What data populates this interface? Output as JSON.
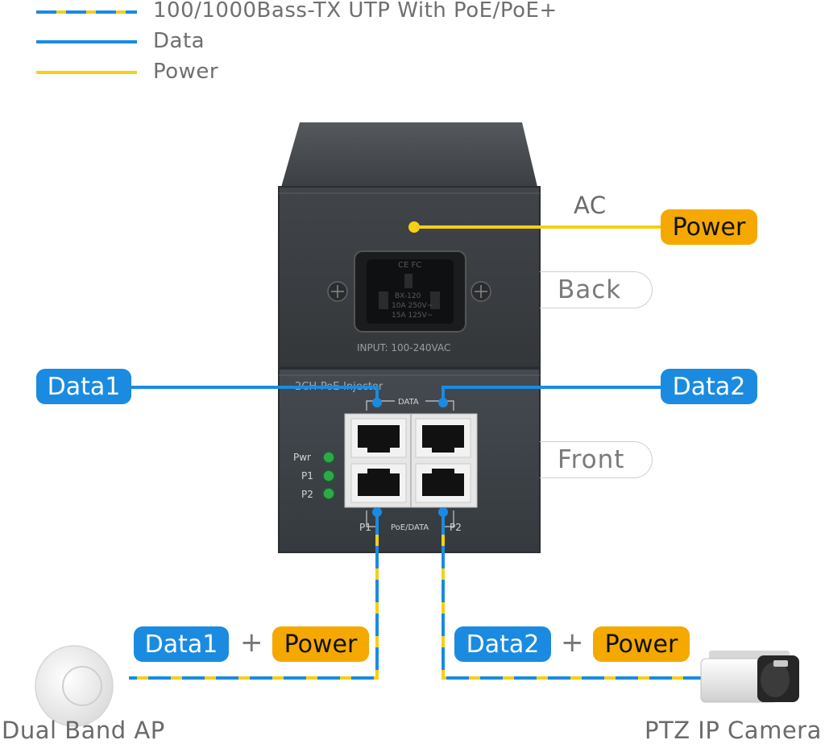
{
  "legend": [
    {
      "label": "100/1000Bass-TX UTP With PoE/PoE+",
      "style": "mixed"
    },
    {
      "label": "Data",
      "style": "blue"
    },
    {
      "label": "Power",
      "style": "yellow"
    }
  ],
  "colors": {
    "data_blue": "#1a8be0",
    "power_yellow": "#f5d015",
    "power_badge": "#f5a800",
    "device_body": "#3b3e42"
  },
  "back_panel": {
    "side_label": "AC",
    "power_badge": "Power",
    "view_label": "Back",
    "outlet_text_top": "CE FC",
    "outlet_rating_1": "BX-120",
    "outlet_rating_2": "10A 250V~",
    "outlet_rating_3": "15A 125V~",
    "input_label": "INPUT: 100-240VAC"
  },
  "front_panel": {
    "model_label": "2CH-PoE-Injector",
    "data_group_label": "DATA",
    "poe_group_label": "PoE/DATA",
    "port_labels": [
      "P1",
      "P2"
    ],
    "led_labels": [
      "Pwr",
      "P1",
      "P2"
    ],
    "view_label": "Front",
    "data1_badge": "Data1",
    "data2_badge": "Data2"
  },
  "outputs": [
    {
      "data_badge": "Data1",
      "plus": "+",
      "power_badge": "Power",
      "device": "Dual Band AP"
    },
    {
      "data_badge": "Data2",
      "plus": "+",
      "power_badge": "Power",
      "device": "PTZ IP Camera"
    }
  ]
}
